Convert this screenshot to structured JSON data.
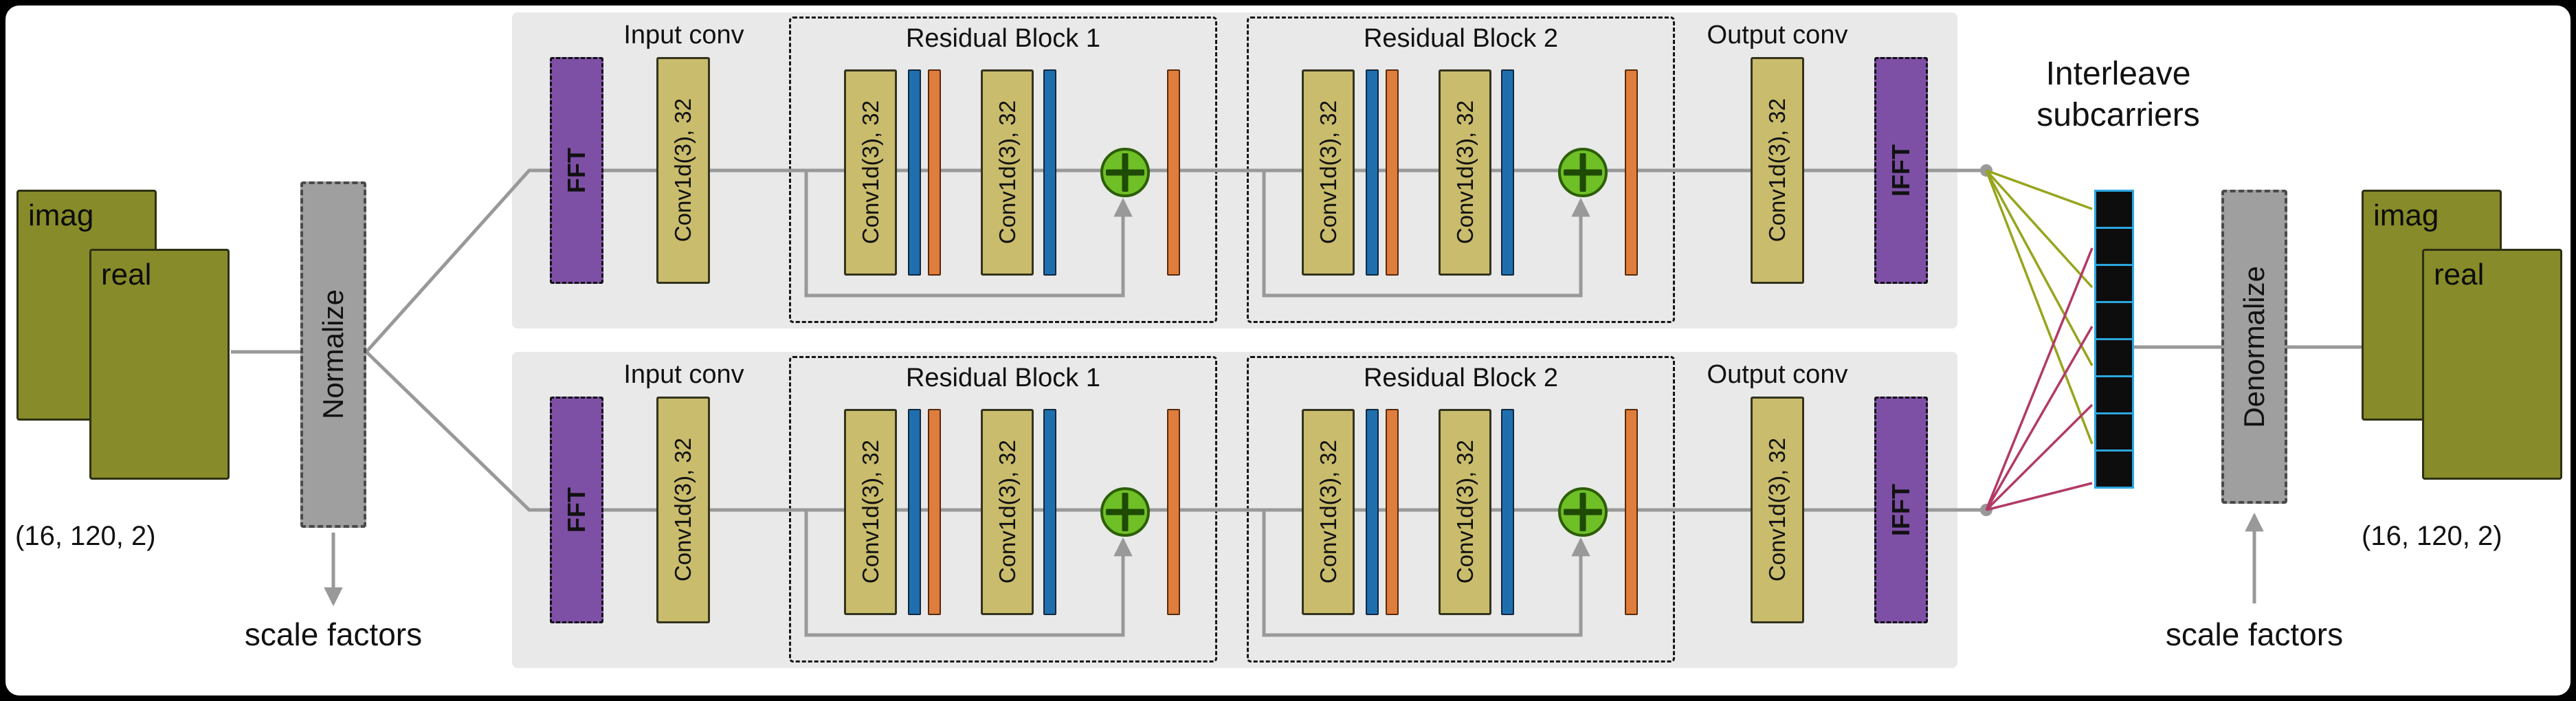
{
  "input": {
    "imag": "imag",
    "real": "real",
    "shape": "(16, 120, 2)"
  },
  "output": {
    "imag": "imag",
    "real": "real",
    "shape": "(16, 120, 2)"
  },
  "normalize": {
    "label": "Normalize",
    "scale_factors": "scale factors"
  },
  "denormalize": {
    "label": "Denormalize",
    "scale_factors": "scale factors"
  },
  "interleave": {
    "line1": "Interleave",
    "line2": "subcarriers",
    "num_cells": 8
  },
  "branch": {
    "fft": "FFT",
    "ifft": "IFFT",
    "input_conv_title": "Input conv",
    "output_conv_title": "Output conv",
    "conv": "Conv1d(3), 32",
    "rb1_title": "Residual Block 1",
    "rb2_title": "Residual Block 2"
  },
  "colors": {
    "card": "#878b29",
    "conv_box": "#c9bc6c",
    "fft_box": "#7d50a5",
    "norm_box": "#9f9f9f",
    "panel": "#e9e9e9",
    "bar_blue": "#1f6fae",
    "bar_orange": "#df7e3c",
    "add_green": "#6fbf26",
    "cell_border": "#2ba7df",
    "cell_fill": "#0d0d0d",
    "line_gray": "#999999",
    "fan_top_branch": "#97a51d",
    "fan_bottom_branch": "#b23a67"
  }
}
